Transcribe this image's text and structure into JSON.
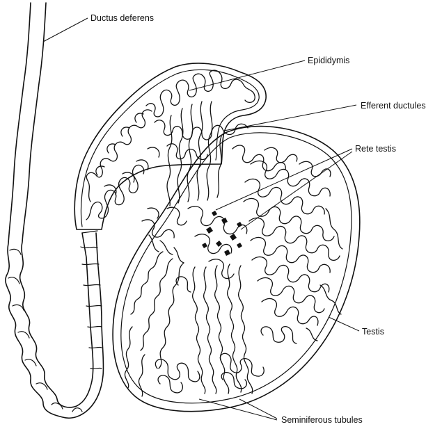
{
  "labels": {
    "ductus_deferens": "Ductus deferens",
    "epididymis": "Epididymis",
    "efferent_ductules": "Efferent ductules",
    "rete_testis": "Rete testis",
    "testis": "Testis",
    "seminiferous_tubules": "Seminiferous tubules"
  },
  "colors": {
    "ink": "#111111",
    "background": "#ffffff"
  }
}
